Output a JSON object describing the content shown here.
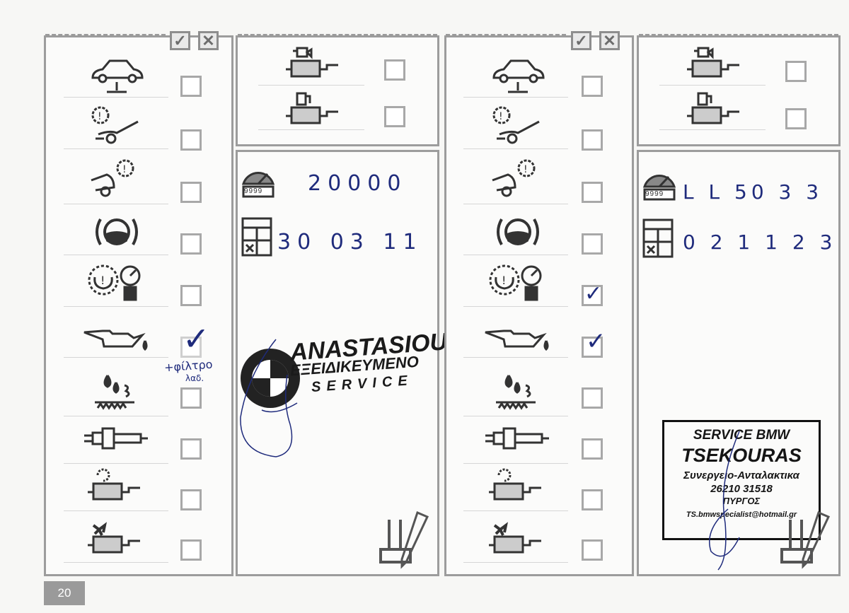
{
  "page_number": "20",
  "header_marks": {
    "check": "✓",
    "cross": "✕"
  },
  "handwriting": {
    "left_km": "20000",
    "left_date": "30 03 11",
    "right_km": "L L 50 3 3",
    "right_date": "0 2 1 1 2 3",
    "left_note": "+φίλτρο",
    "left_note_sub": "λαδ.",
    "tick": "✓"
  },
  "stamp_anastasiou": {
    "line1": "ANASTASIOU",
    "line2": "ΕΞΕΙΔΙΚΕΥΜΕΝΟ",
    "line3": "SERVICE"
  },
  "stamp_tsekouras": {
    "line1": "SERVICE BMW",
    "line2": "TSEKOURAS",
    "line3": "Συνεργειο-Ανταλακτικα",
    "line4": "26210 31518",
    "line5": "ΠΥΡΓΟΣ",
    "line6": "TS.bmwspecialist@hotmail.gr"
  },
  "odometer_digits": "9999",
  "checks": {
    "left": [
      false,
      false,
      false,
      false,
      false,
      true,
      false,
      false,
      false,
      false
    ],
    "right": [
      false,
      false,
      false,
      false,
      true,
      true,
      false,
      false,
      false,
      false
    ]
  },
  "colors": {
    "ink": "#1f2b7c",
    "frame": "#9c9c9c"
  }
}
